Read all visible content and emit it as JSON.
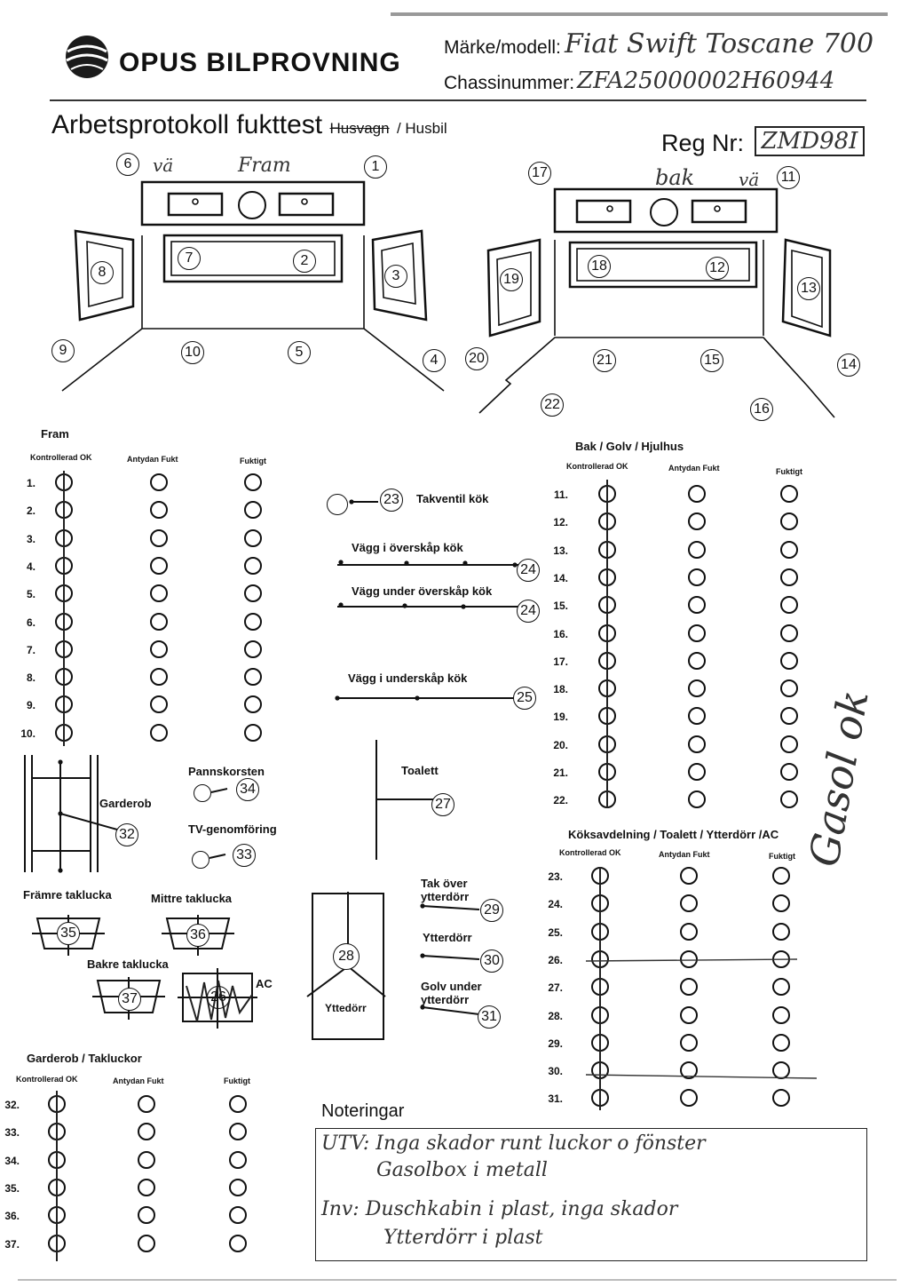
{
  "header": {
    "brand": "OPUS BILPROVNING",
    "model_label": "Märke/modell:",
    "model_value": "Fiat Swift Toscane 700",
    "chassis_label": "Chassinummer:",
    "chassis_value": "ZFA25000002H60944",
    "title_main": "Arbetsprotokoll fukttest",
    "title_crossed": "Husvagn",
    "title_tail": "/ Husbil",
    "reg_label": "Reg Nr:",
    "reg_value": "ZMD98I"
  },
  "diagram": {
    "front_note_a": "vä",
    "front_note_b": "Fram",
    "back_note_a": "bak",
    "back_note_b": "vä",
    "points": [
      "1",
      "2",
      "3",
      "4",
      "5",
      "6",
      "7",
      "8",
      "9",
      "10",
      "11",
      "12",
      "13",
      "14",
      "15",
      "16",
      "17",
      "18",
      "19",
      "20",
      "21",
      "22"
    ]
  },
  "columns": {
    "ok": "Kontrollerad OK",
    "hint": "Antydan Fukt",
    "wet": "Fuktigt"
  },
  "fram": {
    "heading": "Fram",
    "rows": [
      "1.",
      "2.",
      "3.",
      "4.",
      "5.",
      "6.",
      "7.",
      "8.",
      "9.",
      "10."
    ]
  },
  "bak": {
    "heading": "Bak / Golv / Hjulhus",
    "rows": [
      "11.",
      "12.",
      "13.",
      "14.",
      "15.",
      "16.",
      "17.",
      "18.",
      "19.",
      "20.",
      "21.",
      "22."
    ]
  },
  "kok": {
    "heading": "Köksavdelning / Toalett / Ytterdörr /AC",
    "rows": [
      "23.",
      "24.",
      "25.",
      "26.",
      "27.",
      "28.",
      "29.",
      "30.",
      "31."
    ]
  },
  "garderob": {
    "heading": "Garderob / Takluckor",
    "rows": [
      "32.",
      "33.",
      "34.",
      "35.",
      "36.",
      "37."
    ]
  },
  "middle": {
    "p23_num": "23",
    "p23_label": "Takventil kök",
    "p24a_label": "Vägg i överskåp kök",
    "p24a_num": "24",
    "p24b_label": "Vägg under överskåp kök",
    "p24b_num": "24",
    "p25_label": "Vägg i underskåp kök",
    "p25_num": "25",
    "toalett_label": "Toalett",
    "p27_num": "27",
    "garderob_label": "Garderob",
    "p32_num": "32",
    "pannskorsten_label": "Pannskorsten",
    "p34_num": "34",
    "tv_label": "TV-genomföring",
    "p33_num": "33",
    "framre_label": "Främre taklucka",
    "p35_num": "35",
    "mittre_label": "Mittre taklucka",
    "p36_num": "36",
    "bakre_label": "Bakre taklucka",
    "p37_num": "37",
    "ac_label": "AC",
    "p26_num": "26",
    "ytterdorr_label": "Yttedörr",
    "p28_num": "28",
    "tak_over_label_1": "Tak över",
    "tak_over_label_2": "ytterdörr",
    "p29_num": "29",
    "ytterdorr2_label": "Ytterdörr",
    "p30_num": "30",
    "golv_label_1": "Golv under",
    "golv_label_2": "ytterdörr",
    "p31_num": "31"
  },
  "side_note": "Gasol ok",
  "notes": {
    "heading": "Noteringar",
    "line1": "UTV: Inga skador runt luckor o fönster",
    "line2": "Gasolbox i metall",
    "line3": "Inv: Duschkabin i plast, inga skador",
    "line4": "Ytterdörr i plast"
  }
}
